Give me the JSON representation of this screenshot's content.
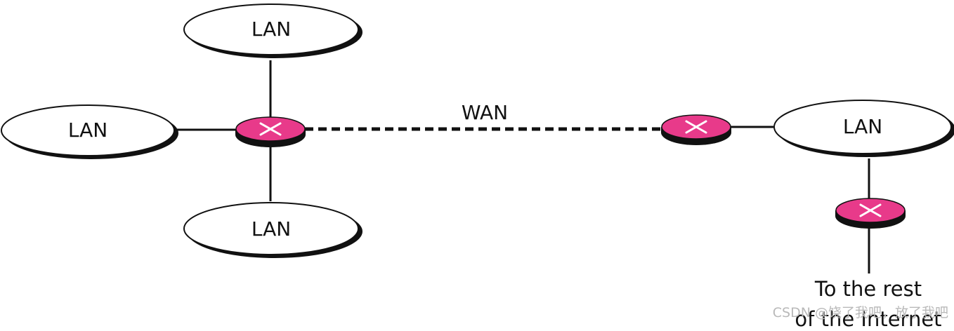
{
  "diagram": {
    "lan_label": "LAN",
    "wan_label": "WAN",
    "internet_caption_line1": "To the rest",
    "internet_caption_line2": "of the Internet"
  },
  "watermark": {
    "text": "CSDN @饶了我吧，放了我吧"
  },
  "colors": {
    "router_fill": "#e83a8a",
    "router_base": "#111111",
    "router_cross": "#ffffff",
    "line": "#111111",
    "lan_fill": "#ffffff",
    "lan_shadow": "#111111"
  }
}
